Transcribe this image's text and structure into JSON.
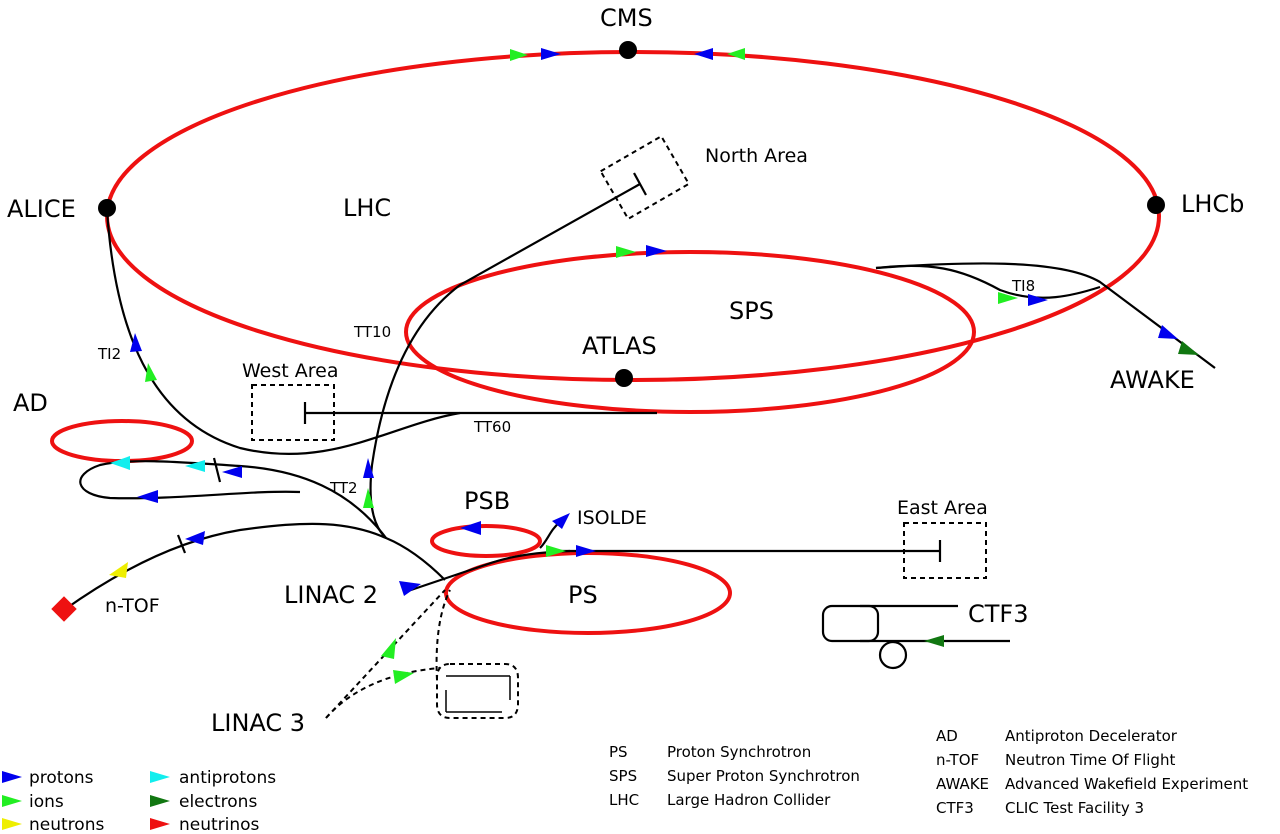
{
  "colors": {
    "ring": "#ee1111",
    "protons": "#0000ee",
    "ions": "#22ee22",
    "neutrons": "#eeee00",
    "antiprotons": "#11eeee",
    "electrons": "#117711",
    "neutrinos": "#ee1111"
  },
  "labels": {
    "cms": "CMS",
    "alice": "ALICE",
    "lhcb": "LHCb",
    "lhc": "LHC",
    "north_area": "North Area",
    "sps": "SPS",
    "ti8": "TI8",
    "awake": "AWAKE",
    "atlas": "ATLAS",
    "tt10": "TT10",
    "ti2": "TI2",
    "west_area": "West Area",
    "tt60": "TT60",
    "ad": "AD",
    "tt2": "TT2",
    "psb": "PSB",
    "isolde": "ISOLDE",
    "east_area": "East Area",
    "linac2": "LINAC 2",
    "ps": "PS",
    "ntof": "n-TOF",
    "ctf3": "CTF3",
    "linac3": "LINAC 3"
  },
  "legend_particles": [
    {
      "name": "protons",
      "color": "#0000ee"
    },
    {
      "name": "ions",
      "color": "#22ee22"
    },
    {
      "name": "neutrons",
      "color": "#eeee00"
    },
    {
      "name": "antiprotons",
      "color": "#11eeee"
    },
    {
      "name": "electrons",
      "color": "#117711"
    },
    {
      "name": "neutrinos",
      "color": "#ee1111"
    }
  ],
  "legend_acronyms_left": [
    {
      "abbr": "PS",
      "full": "Proton Synchrotron"
    },
    {
      "abbr": "SPS",
      "full": "Super Proton Synchrotron"
    },
    {
      "abbr": "LHC",
      "full": "Large Hadron Collider"
    }
  ],
  "legend_acronyms_right": [
    {
      "abbr": "AD",
      "full": "Antiproton Decelerator"
    },
    {
      "abbr": "n-TOF",
      "full": "Neutron Time Of Flight"
    },
    {
      "abbr": "AWAKE",
      "full": "Advanced Wakefield Experiment"
    },
    {
      "abbr": "CTF3",
      "full": "CLIC Test Facility 3"
    }
  ]
}
